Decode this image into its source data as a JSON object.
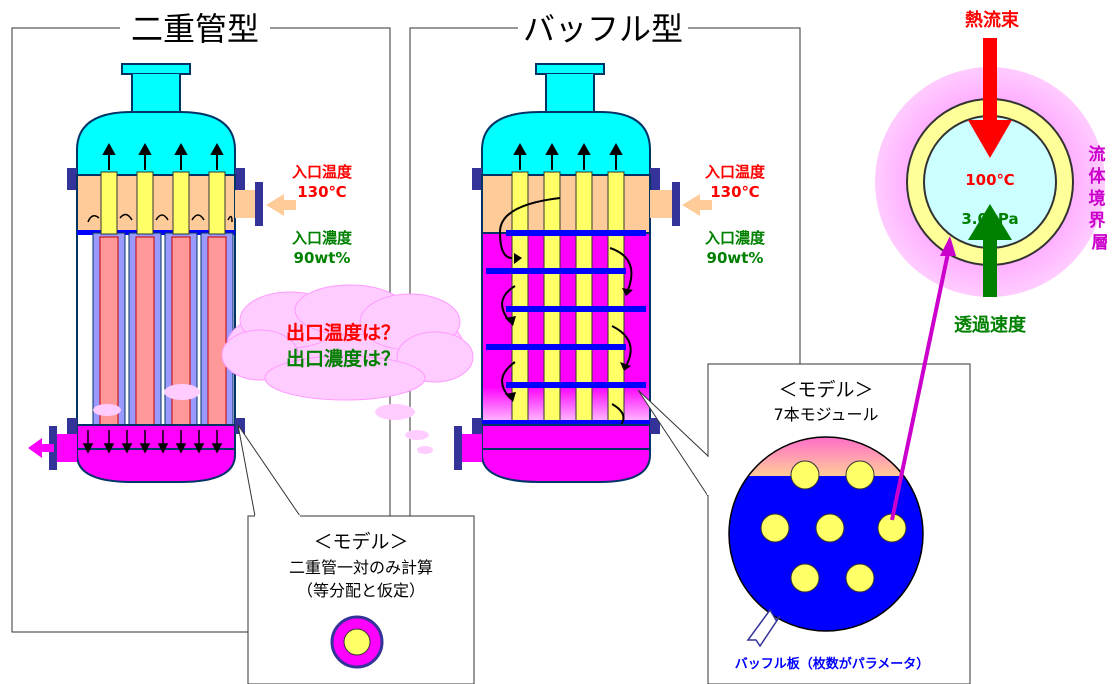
{
  "panels": {
    "double": {
      "title": "二重管型"
    },
    "baffle": {
      "title": "バッフル型"
    }
  },
  "inlet": {
    "temp_label": "入口温度",
    "temp_value": "130℃",
    "conc_label": "入口濃度",
    "conc_value": "90wt%"
  },
  "question": {
    "line1": "出口温度は？",
    "line2": "出口濃度は？"
  },
  "model_double": {
    "heading": "＜モデル＞",
    "line1": "二重管一対のみ計算",
    "line2": "（等分配と仮定）"
  },
  "model_baffle": {
    "heading": "＜モデル＞",
    "line1": "7本モジュール",
    "baffle_caption": "バッフル板（枚数がパラメータ）"
  },
  "membrane": {
    "heat_flux": "熱流束",
    "temperature": "100℃",
    "pressure": "3.0kPa",
    "permeation": "透過速度",
    "boundary_layer": "流体境界層"
  },
  "colors": {
    "cyan": "#00ffff",
    "peach": "#ffcc99",
    "yellow": "#ffff66",
    "magenta": "#ff00ff",
    "pink": "#ff99cc",
    "blue": "#0000ff",
    "navy": "#333399",
    "red": "#ff0000",
    "green": "#008000",
    "purple": "#cc00cc"
  }
}
